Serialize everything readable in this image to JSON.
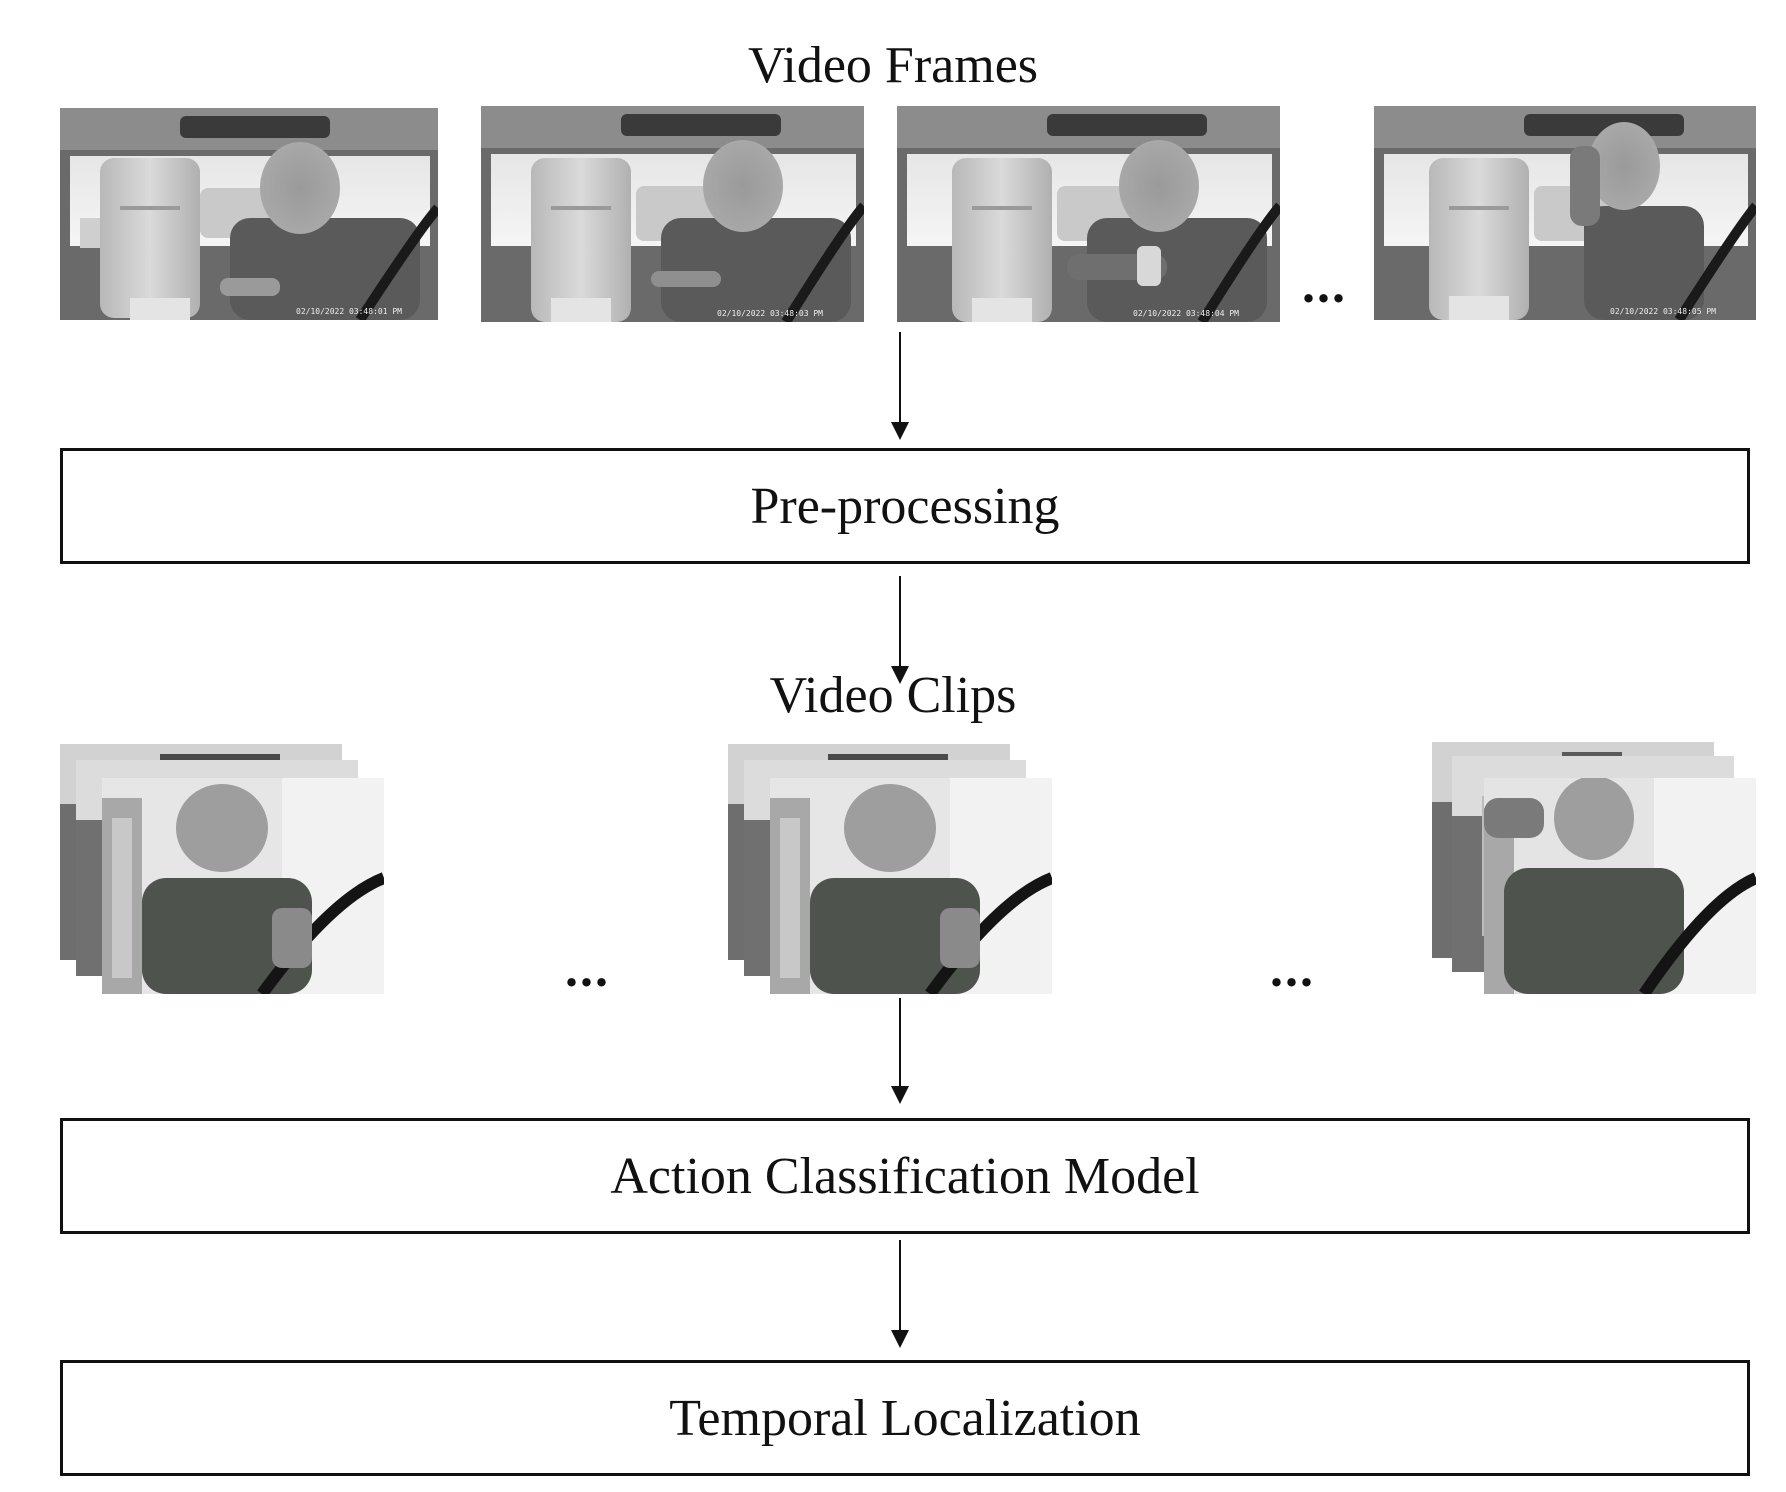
{
  "diagram": {
    "video_frames_label": "Video Frames",
    "video_clips_label": "Video Clips",
    "steps": {
      "preprocessing": "Pre-processing",
      "action_classification": "Action Classification Model",
      "temporal_localization": "Temporal Localization"
    },
    "frames": [
      {
        "timestamp": "02/10/2022 03:48:01 PM"
      },
      {
        "timestamp": "02/10/2022 03:48:03 PM"
      },
      {
        "timestamp": "02/10/2022 03:48:04 PM"
      },
      {
        "timestamp": "02/10/2022 03:48:05 PM"
      }
    ],
    "ellipsis": "..."
  }
}
